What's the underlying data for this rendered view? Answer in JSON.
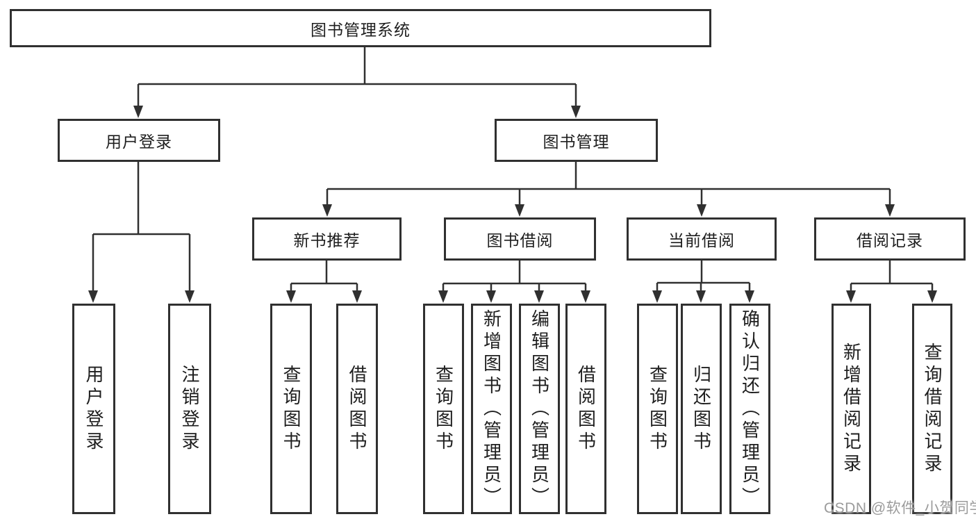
{
  "diagram": {
    "tree": {
      "label": "图书管理系统",
      "children": [
        {
          "label": "用户登录",
          "children": [
            {
              "label": "用户登录"
            },
            {
              "label": "注销登录"
            }
          ]
        },
        {
          "label": "图书管理",
          "children": [
            {
              "label": "新书推荐",
              "children": [
                {
                  "label": "查询图书"
                },
                {
                  "label": "借阅图书"
                }
              ]
            },
            {
              "label": "图书借阅",
              "children": [
                {
                  "label": "查询图书"
                },
                {
                  "label": "新增图书（管理员）"
                },
                {
                  "label": "编辑图书（管理员）"
                },
                {
                  "label": "借阅图书"
                }
              ]
            },
            {
              "label": "当前借阅",
              "children": [
                {
                  "label": "查询图书"
                },
                {
                  "label": "归还图书"
                },
                {
                  "label": "确认归还（管理员）"
                }
              ]
            },
            {
              "label": "借阅记录",
              "children": [
                {
                  "label": "新增借阅记录"
                },
                {
                  "label": "查询借阅记录"
                }
              ]
            }
          ]
        }
      ]
    }
  },
  "watermark": {
    "text": "CSDN @软件_小贺同学"
  },
  "colors": {
    "line": "#303030",
    "box_border": "#303030",
    "text": "#1e1e1e",
    "watermark": "#9b9b9b",
    "background": "#ffffff"
  }
}
